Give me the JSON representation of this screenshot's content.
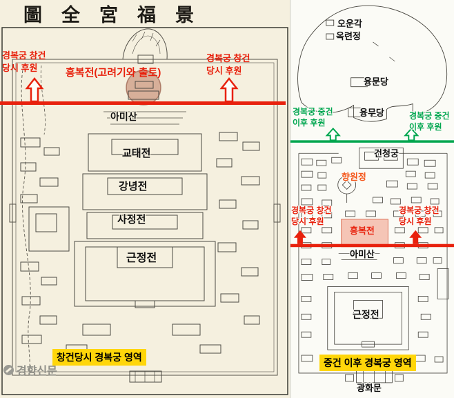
{
  "colors": {
    "red": "#e8210d",
    "green": "#00a64f",
    "yellow": "#ffd60a",
    "orange": "#f4581d",
    "paper": "#f5f0df",
    "scan": "#fbfbf6"
  },
  "left_map": {
    "title": "圖全宮福景",
    "ann_left": "경복궁 창건\n당시 후원",
    "ann_center": "흥복전(고려기와 출토)",
    "ann_right": "경복궁 창건\n당시 후원",
    "labels": {
      "amisan": "아미산",
      "gyotaejeon": "교태전",
      "gangnyeongjeon": "강녕전",
      "sajeongjeon": "사정전",
      "geunjeongjeon": "근정전"
    },
    "footer_tag": "창건당시 경복궁 영역",
    "watermark": "경향신문"
  },
  "right_map": {
    "labels": {
      "oungak": "오운각",
      "okryeonjeong": "옥련정",
      "yungmundang": "융문당",
      "yungmudang": "융무당",
      "geoncheonggung": "건청궁",
      "hyangwonjeong": "향원정",
      "heungbokjeon": "흥복전",
      "amisan": "아미산",
      "geunjeongjeon": "근정전",
      "gwanghwamun": "광화문"
    },
    "ann_green_left": "경복궁 중건\n이후 후원",
    "ann_green_right": "경복궁 중건\n이후 후원",
    "ann_red_left": "경복궁 창건\n당시 후원",
    "ann_red_right": "경복궁 창건\n당시 후원",
    "footer_tag": "중건 이후 경복궁 영역"
  }
}
